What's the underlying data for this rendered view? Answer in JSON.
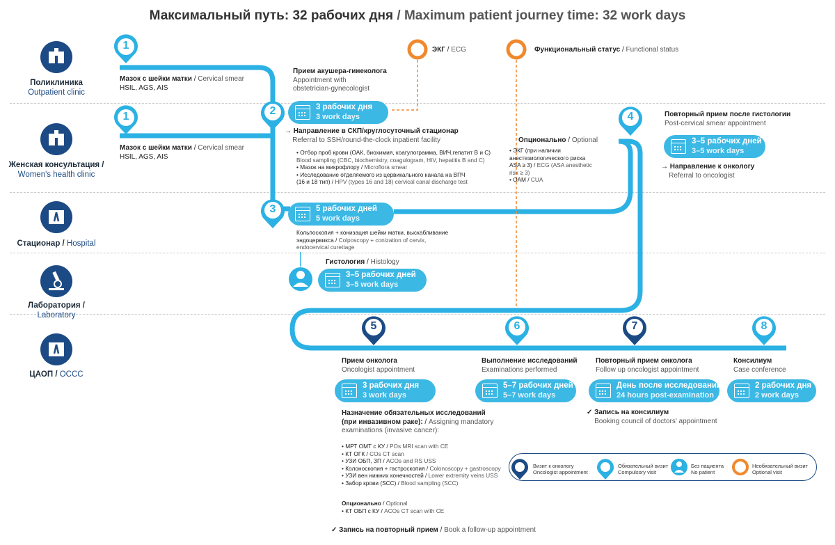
{
  "title": {
    "ru": "Максимальный путь: 32 рабочих дня",
    "sep": " / ",
    "en": "Maximum patient journey time: 32 work days"
  },
  "lanes": [
    {
      "ru": "Поликлиника",
      "en": "Outpatient clinic",
      "icon": "hospital-building-icon"
    },
    {
      "ru": "Женская консультация /",
      "en": "Women's health clinic",
      "icon": "hospital-building-icon"
    },
    {
      "ru": "Стационар /",
      "en": "Hospital",
      "icon": "ribbon-building-icon"
    },
    {
      "ru": "Лаборатория /",
      "en": "Laboratory",
      "icon": "microscope-icon"
    },
    {
      "ru": "ЦАОП /",
      "en": "OCCC",
      "icon": "ribbon-building-icon"
    }
  ],
  "steps": {
    "s1a": {
      "num": "1",
      "ru": "Мазок с шейки матки",
      "en": "Cervical smear",
      "sub": "HSIL, AGS, AIS"
    },
    "s1b": {
      "num": "1",
      "ru": "Мазок с шейки матки",
      "en": "Cervical smear",
      "sub": "HSIL, AGS, AIS"
    },
    "s2": {
      "num": "2",
      "head_ru": "Прием акушера-гинеколога",
      "head_en1": "Appointment with",
      "head_en2": "obstetrician-gynecologist",
      "badge1": "3 рабочих дня",
      "badge2": "3 work days",
      "ref_ru": "Направление в СКП/круглосуточный стационар",
      "ref_en": "Referral to SSH/round-the-clock inpatient facility",
      "items": [
        {
          "ru": "• Отбор проб крови (ОАК, биохимия, коагулограмма, ВИЧ,гепатит В и С)",
          "en": "Blood sampling (CBC, biochemistry, coagulogram, HIV, hepatitis B and C)"
        },
        {
          "ru": "• Мазок на микрофлору",
          "en": "Microflora smear"
        },
        {
          "ru": "• Исследование отделяемого из цервикального канала на ВПЧ",
          "ru2": "(16 и 18 тип)",
          "en": "HPV (types 16 and 18) cervical canal discharge test"
        }
      ]
    },
    "s3": {
      "num": "3",
      "badge1": "5 рабочих дней",
      "badge2": "5 work days",
      "ru1": "Кольпоскопия + конизация шейки матки, выскабливание",
      "ru2": "эндоцервикса",
      "en1": "Colposcopy + conization of cervix,",
      "en2": "endocervical curettage"
    },
    "histo": {
      "ru": "Гистология",
      "en": "Histology",
      "badge1": "3–5 рабочих дней",
      "badge2": "3–5 work days"
    },
    "ecg": {
      "ru": "ЭКГ",
      "en": "ECG"
    },
    "func": {
      "ru": "Функциональный статус",
      "en": "Functional status"
    },
    "optional": {
      "ru": "Опционально",
      "en": "Optional",
      "l1": "• ЭКГ (при наличии",
      "l2": "анестезиологического риска",
      "l3": "ASA ≥ 3)",
      "l3en": "ECG (ASA anesthetic",
      "l4": "risk ≥ 3)",
      "l5": "• ОАМ",
      "l5en": "CUA"
    },
    "s4": {
      "num": "4",
      "ru": "Повторный прием после гистологии",
      "en": "Post-cervical smear appointment",
      "badge1": "3–5 рабочих дней",
      "badge2": "3–5 work days",
      "ref_ru": "Направление к онкологу",
      "ref_en": "Referral to oncologist"
    },
    "s5": {
      "num": "5",
      "ru": "Прием онколога",
      "en": "Oncologist appointment",
      "badge1": "3 рабочих дня",
      "badge2": "3 work days",
      "assign_ru1": "Назначение обязательных исследований",
      "assign_ru2": "(при инвазивном раке):",
      "assign_en1": "Assigning mandatory",
      "assign_en2": "examinations (invasive cancer):",
      "items": [
        {
          "ru": "• МРТ ОМТ с КУ",
          "en": "POs MRI scan with CE"
        },
        {
          "ru": "• КТ ОГК",
          "en": "COs CT scan"
        },
        {
          "ru": "• УЗИ ОБП, ЗП",
          "en": "ACOs and RS USS"
        },
        {
          "ru": "• Колоноскопия + гастроскопия",
          "en": "Colonoscopy + gastroscopy"
        },
        {
          "ru": "• УЗИ вен нижних конечностей",
          "en": "Lower extremity veins USS"
        },
        {
          "ru": "• Забор крови (SCC)",
          "en": "Blood sampling (SCC)"
        }
      ],
      "opt_ru": "Опционально",
      "opt_en": "Optional",
      "opt_item_ru": "• КТ ОБП с КУ",
      "opt_item_en": "ACOs CT scan with CE",
      "book_ru": "Запись на повторный прием",
      "book_en": "Book a follow-up appointment"
    },
    "s6": {
      "num": "6",
      "ru": "Выполнение исследований",
      "en": "Examinations performed",
      "badge1": "5–7 рабочих дней",
      "badge2": "5–7 work days"
    },
    "s7": {
      "num": "7",
      "ru": "Повторный прием онколога",
      "en": "Follow up oncologist appointment",
      "badge1": "День после исследований",
      "badge2": "24 hours post-examination",
      "book_ru": "Запись на консилиум",
      "book_en": "Booking council of doctors' appointment"
    },
    "s8": {
      "num": "8",
      "ru": "Консилиум",
      "en": "Case conference",
      "badge1": "2 рабочих дня",
      "badge2": "2 work days"
    }
  },
  "legend": [
    {
      "ru": "Визит к онкологу",
      "en": "Oncologist appointment",
      "icon": "dark-pin-icon"
    },
    {
      "ru": "Обязательный визит",
      "en": "Compulsory visit",
      "icon": "blue-pin-icon"
    },
    {
      "ru": "Без пациента",
      "en": "No patient",
      "icon": "doctor-icon"
    },
    {
      "ru": "Необязательный визит",
      "en": "Optional visit",
      "icon": "orange-circle-icon"
    }
  ],
  "colors": {
    "route": "#2bb1e3",
    "dark": "#1c4a84",
    "orange": "#f0892e",
    "badge": "#3cb8e4"
  }
}
